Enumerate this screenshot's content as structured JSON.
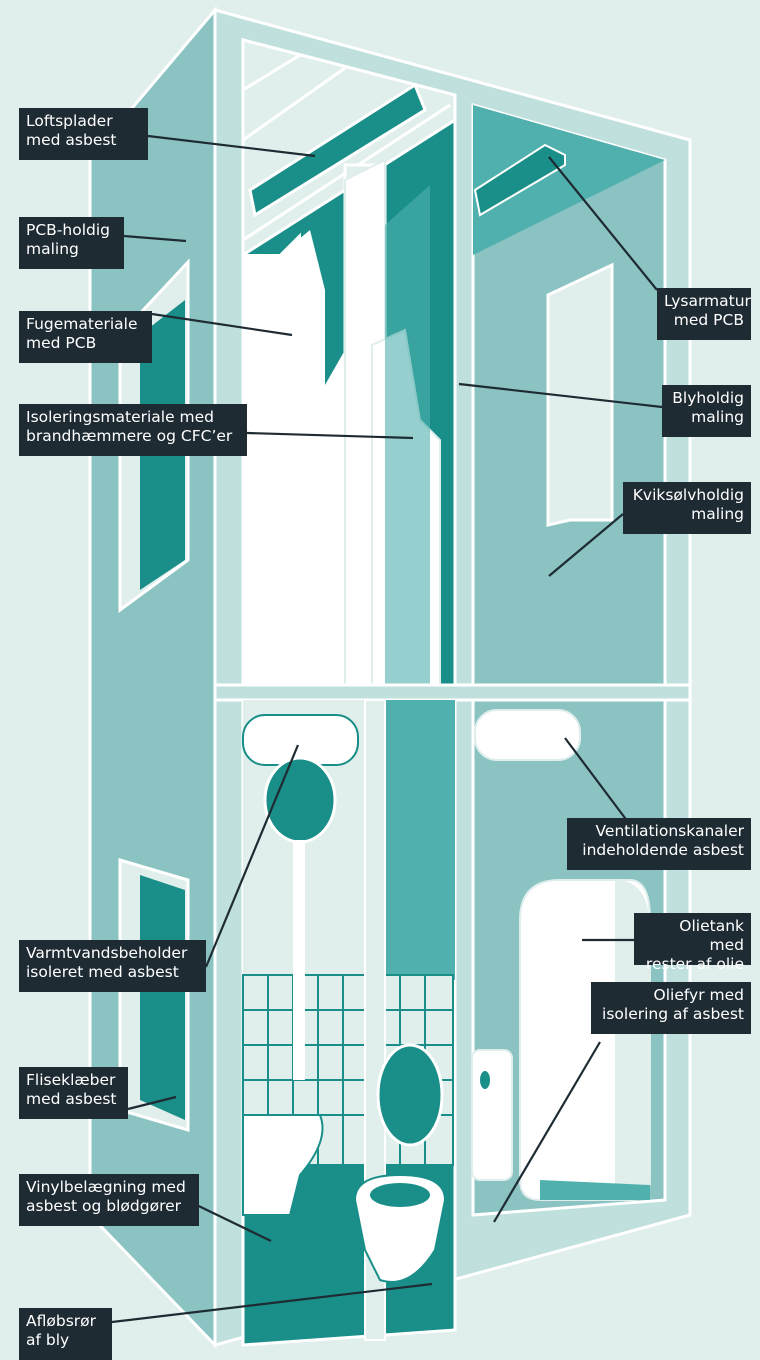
{
  "diagram": {
    "colors": {
      "background": "#e1efec",
      "wall": "#8bc3c2",
      "wall_dark": "#1a8f89",
      "wall_mid": "#4fb0ad",
      "outline": "#ffffff",
      "label_bg": "#1e2b33",
      "label_text": "#ffffff",
      "leader_line": "#1e2b33"
    },
    "labels": {
      "loftsplader": "Loftsplader\nmed asbest",
      "pcb_maling": "PCB-holdig\nmaling",
      "fugemateriale": "Fugemateriale\nmed PCB",
      "isolering": "Isoleringsmateriale med\nbrandhæmmere og CFC’er",
      "lysarmatur": "Lysarmatur\nmed PCB",
      "blyholdig": "Blyholdig\nmaling",
      "kviksoelv": "Kviksølvholdig\nmaling",
      "ventilation": "Ventilationskanaler\nindeholdende asbest",
      "olietank": "Olietank med\nrester af olie",
      "oliefyr": "Oliefyr med\nisolering af asbest",
      "varmtvand": "Varmtvandsbeholder\nisoleret med asbest",
      "fliseklaeber": "Fliseklæber\nmed asbest",
      "vinyl": "Vinylbelægning med\nasbest og blødgører",
      "afloeb": "Afløbsrør\naf bly"
    }
  }
}
